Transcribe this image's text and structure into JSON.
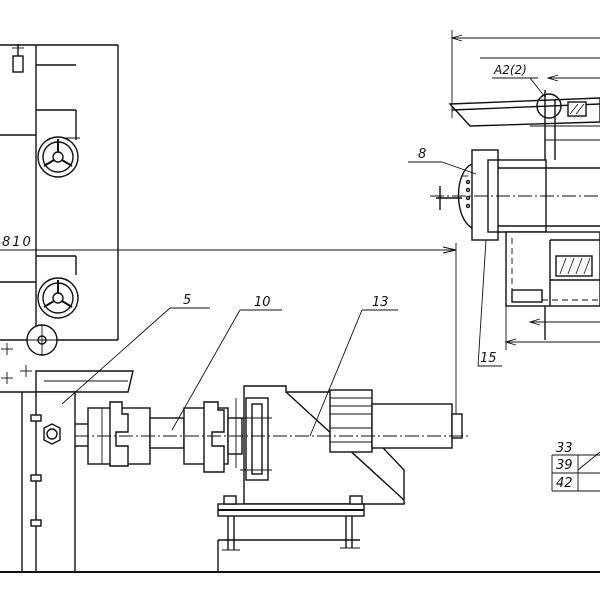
{
  "drawing": {
    "callouts": {
      "c5": "5",
      "c10": "10",
      "c13": "13",
      "c8": "8",
      "c15": "15",
      "detail": "A2(2)",
      "dim": "810"
    },
    "table_values": [
      "33",
      "39",
      "42"
    ]
  }
}
